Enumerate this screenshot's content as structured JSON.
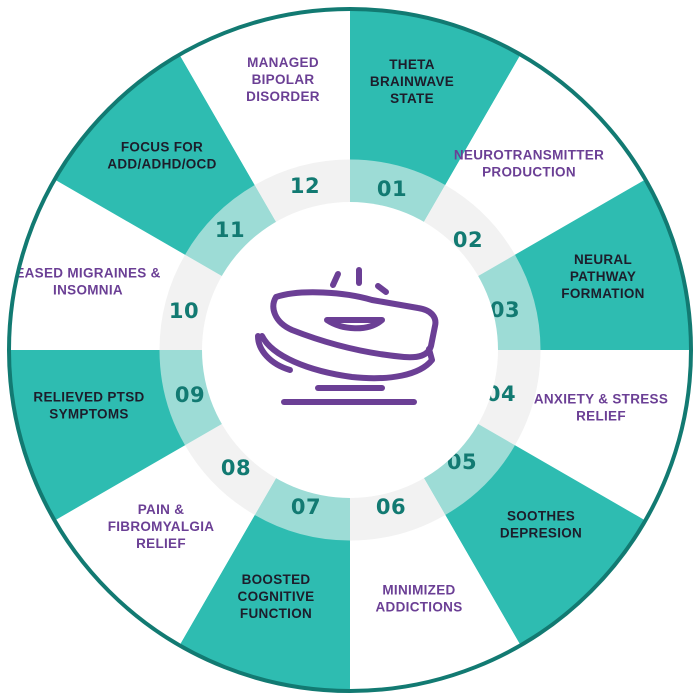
{
  "colors": {
    "teal": "#2ebcb1",
    "teal_light": "#9ddcd6",
    "teal_dark": "#127a72",
    "purple": "#6b3f95",
    "white": "#ffffff",
    "ring_white": "#f2f2f2"
  },
  "center_icon": "floating-massage-bed-icon",
  "segments": [
    {
      "number": "01",
      "lines": [
        "THETA",
        "BRAINWAVE",
        "STATE"
      ]
    },
    {
      "number": "02",
      "lines": [
        "NEUROTRANSMITTER",
        "PRODUCTION"
      ]
    },
    {
      "number": "03",
      "lines": [
        "NEURAL",
        "PATHWAY",
        "FORMATION"
      ]
    },
    {
      "number": "04",
      "lines": [
        "ANXIETY & STRESS",
        "RELIEF"
      ]
    },
    {
      "number": "05",
      "lines": [
        "SOOTHES",
        "DEPRESION"
      ]
    },
    {
      "number": "06",
      "lines": [
        "MINIMIZED",
        "ADDICTIONS"
      ]
    },
    {
      "number": "07",
      "lines": [
        "BOOSTED",
        "COGNITIVE",
        "FUNCTION"
      ]
    },
    {
      "number": "08",
      "lines": [
        "PAIN &",
        "FIBROMYALGIA",
        "RELIEF"
      ]
    },
    {
      "number": "09",
      "lines": [
        "RELIEVED PTSD",
        "SYMPTOMS"
      ]
    },
    {
      "number": "10",
      "lines": [
        "EASED MIGRAINES &",
        "INSOMNIA"
      ]
    },
    {
      "number": "11",
      "lines": [
        "FOCUS FOR",
        "ADD/ADHD/OCD"
      ]
    },
    {
      "number": "12",
      "lines": [
        "MANAGED",
        "BIPOLAR",
        "DISORDER"
      ]
    }
  ]
}
